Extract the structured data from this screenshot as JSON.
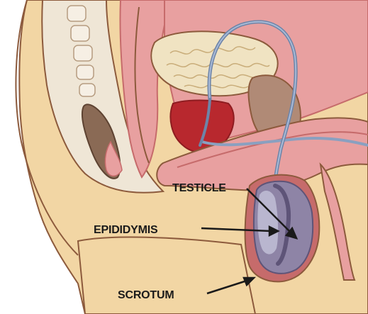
{
  "labels": {
    "testicle": "TESTICLE",
    "epididymis": "EPIDIDYMIS",
    "scrotum": "SCROTUM"
  },
  "colors": {
    "background": "#ffffff",
    "skin": "#f2d6a4",
    "skin_outline": "#8c5a3c",
    "tissue_pink": "#e8a0a0",
    "tissue_pink_dark": "#c66b6b",
    "spine_bone": "#efe6d6",
    "bowel_brown": "#8a6a55",
    "bladder_red": "#b8282e",
    "intestine_cream": "#f0e3c2",
    "vas_blue": "#8aa0c0",
    "testicle_purple": "#8e84a6",
    "testicle_light": "#b9b6cf"
  }
}
